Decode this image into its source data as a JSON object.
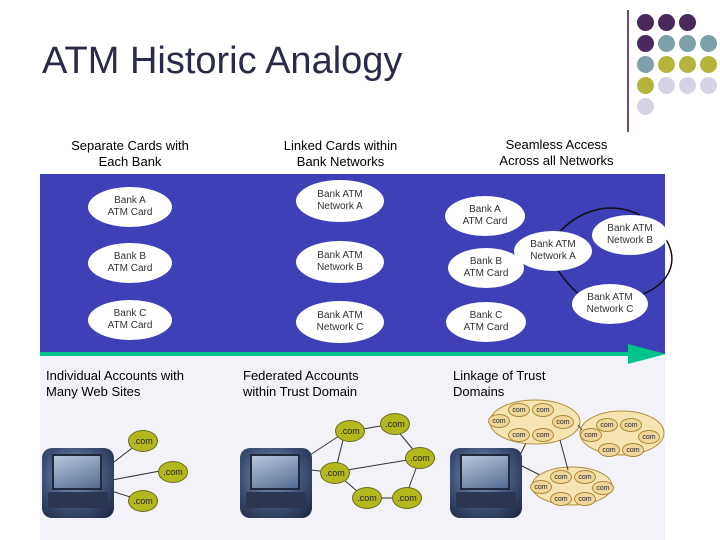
{
  "title": "ATM Historic Analogy",
  "colors": {
    "band": "#3f3fb8",
    "arrow": "#00c48c",
    "com_dot": "#b3b81d",
    "com_pale": "#f1d79a",
    "deco_purple": "#4a2a5e",
    "deco_teal": "#7ea0a8",
    "deco_olive": "#b4b43a",
    "deco_lavender": "#d6d4e4"
  },
  "columns": [
    {
      "heading_line1": "Separate Cards with",
      "heading_line2": "Each Bank"
    },
    {
      "heading_line1": "Linked Cards within",
      "heading_line2": "Bank Networks"
    },
    {
      "heading_line1": "Seamless Access",
      "heading_line2": "Across all Networks"
    }
  ],
  "col1_cards": [
    {
      "line1": "Bank A",
      "line2": "ATM Card"
    },
    {
      "line1": "Bank B",
      "line2": "ATM Card"
    },
    {
      "line1": "Bank C",
      "line2": "ATM Card"
    }
  ],
  "col2_networks": [
    {
      "line1": "Bank ATM",
      "line2": "Network A"
    },
    {
      "line1": "Bank ATM",
      "line2": "Network B"
    },
    {
      "line1": "Bank ATM",
      "line2": "Network C"
    }
  ],
  "col3_cards": [
    {
      "line1": "Bank A",
      "line2": "ATM Card"
    },
    {
      "line1": "Bank B",
      "line2": "ATM Card"
    },
    {
      "line1": "Bank C",
      "line2": "ATM Card"
    }
  ],
  "col3_networks": [
    {
      "line1": "Bank ATM",
      "line2": "Network A"
    },
    {
      "line1": "Bank ATM",
      "line2": "Network B"
    },
    {
      "line1": "Bank ATM",
      "line2": "Network C"
    }
  ],
  "bottom": [
    {
      "line1": "Individual Accounts with",
      "line2": "Many Web Sites"
    },
    {
      "line1": "Federated Accounts",
      "line2": "within Trust Domain"
    },
    {
      "line1": "Linkage of Trust",
      "line2": "Domains"
    }
  ],
  "com_label": ".com",
  "com_small_label": "com"
}
